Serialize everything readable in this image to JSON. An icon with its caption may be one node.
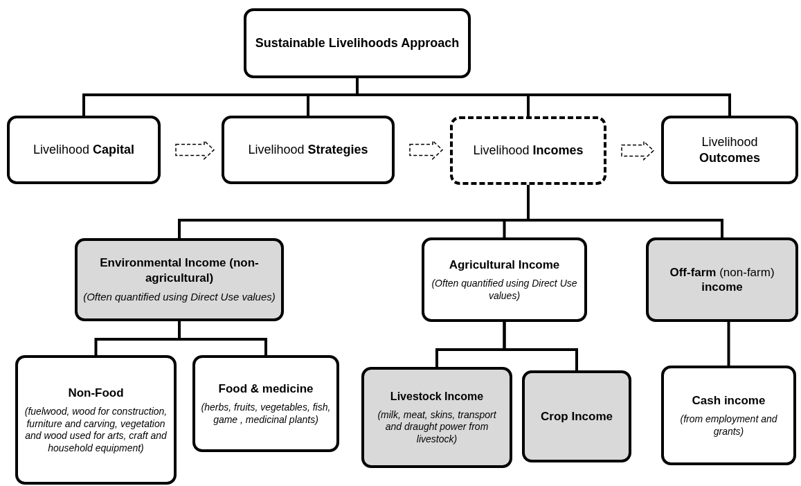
{
  "diagram": {
    "nodes": [
      {
        "text": [
          "Sustainable Livelihoods Approach"
        ]
      },
      {
        "text": [
          "Livelihood **Capital**"
        ]
      },
      {
        "text": [
          "Livelihood **Strategies**"
        ]
      },
      {
        "text": [
          "Livelihood **Incomes**"
        ]
      },
      {
        "text": [
          "Livelihood **Outcomes**"
        ]
      },
      {
        "text": [
          "Environmental Income (non-agricultural)",
          "(Often quantified using Direct Use values)"
        ]
      },
      {
        "text": [
          "Agricultural Income",
          "(Often quantified using Direct Use values)"
        ]
      },
      {
        "text": [
          "**Off-farm** (non-farm) **income**"
        ]
      },
      {
        "text": [
          "Non-Food",
          "(fuelwood, wood for construction, furniture and carving, vegetation and wood used for arts, craft and household equipment)"
        ]
      },
      {
        "text": [
          "Food & medicine",
          "(herbs, fruits, vegetables, fish, game , medicinal plants)"
        ]
      },
      {
        "text": [
          "Livestock Income",
          "(milk, meat, skins, transport and draught power from livestock)"
        ]
      },
      {
        "text": [
          "Crop Income"
        ]
      },
      {
        "text": [
          "Cash income",
          "(from employment and grants)"
        ]
      }
    ],
    "edges": [
      {
        "from": 0,
        "to": 1,
        "arrow": "none"
      },
      {
        "from": 0,
        "to": 2,
        "arrow": "none"
      },
      {
        "from": 0,
        "to": 3,
        "arrow": "none"
      },
      {
        "from": 0,
        "to": 4,
        "arrow": "none"
      },
      {
        "from": 1,
        "to": 2,
        "arrow": "to",
        "style": "dashed"
      },
      {
        "from": 2,
        "to": 3,
        "arrow": "to",
        "style": "dashed"
      },
      {
        "from": 3,
        "to": 4,
        "arrow": "to",
        "style": "dashed"
      },
      {
        "from": 3,
        "to": 5,
        "arrow": "none"
      },
      {
        "from": 3,
        "to": 6,
        "arrow": "none"
      },
      {
        "from": 3,
        "to": 7,
        "arrow": "none"
      },
      {
        "from": 5,
        "to": 8,
        "arrow": "none"
      },
      {
        "from": 5,
        "to": 9,
        "arrow": "none"
      },
      {
        "from": 6,
        "to": 10,
        "arrow": "none"
      },
      {
        "from": 6,
        "to": 11,
        "arrow": "none"
      },
      {
        "from": 7,
        "to": 12,
        "arrow": "none"
      }
    ]
  }
}
